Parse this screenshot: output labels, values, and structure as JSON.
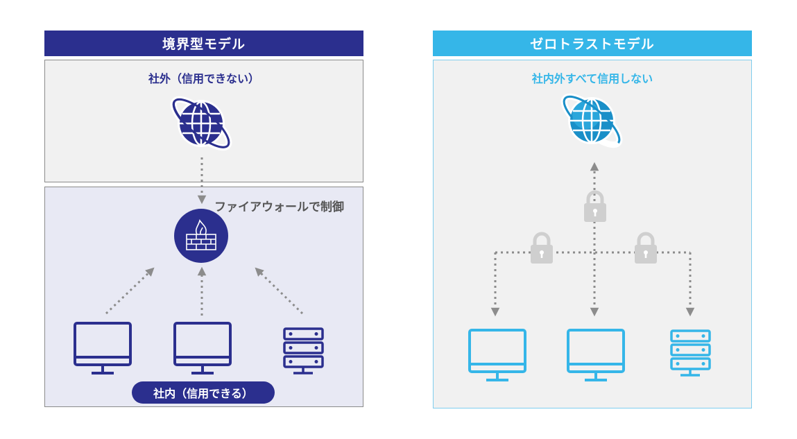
{
  "perimeter": {
    "title": "境界型モデル",
    "outside_label": "社外（信用できない）",
    "firewall_label": "ファイアウォールで制御",
    "inside_label": "社内（信用できる）",
    "icons": [
      "globe-icon",
      "firewall-icon",
      "monitor-icon",
      "monitor-icon",
      "server-icon"
    ]
  },
  "zero_trust": {
    "title": "ゼロトラストモデル",
    "label": "社内外すべて信用しない",
    "icons": [
      "globe-icon",
      "lock-icon",
      "lock-icon",
      "lock-icon",
      "monitor-icon",
      "monitor-icon",
      "server-icon"
    ]
  },
  "colors": {
    "navy": "#2b2f8e",
    "cyan": "#35b6e8",
    "gray_panel": "#f1f1f1",
    "lavender_panel": "#e8e9f4",
    "arrow_gray": "#8c8c8c"
  }
}
